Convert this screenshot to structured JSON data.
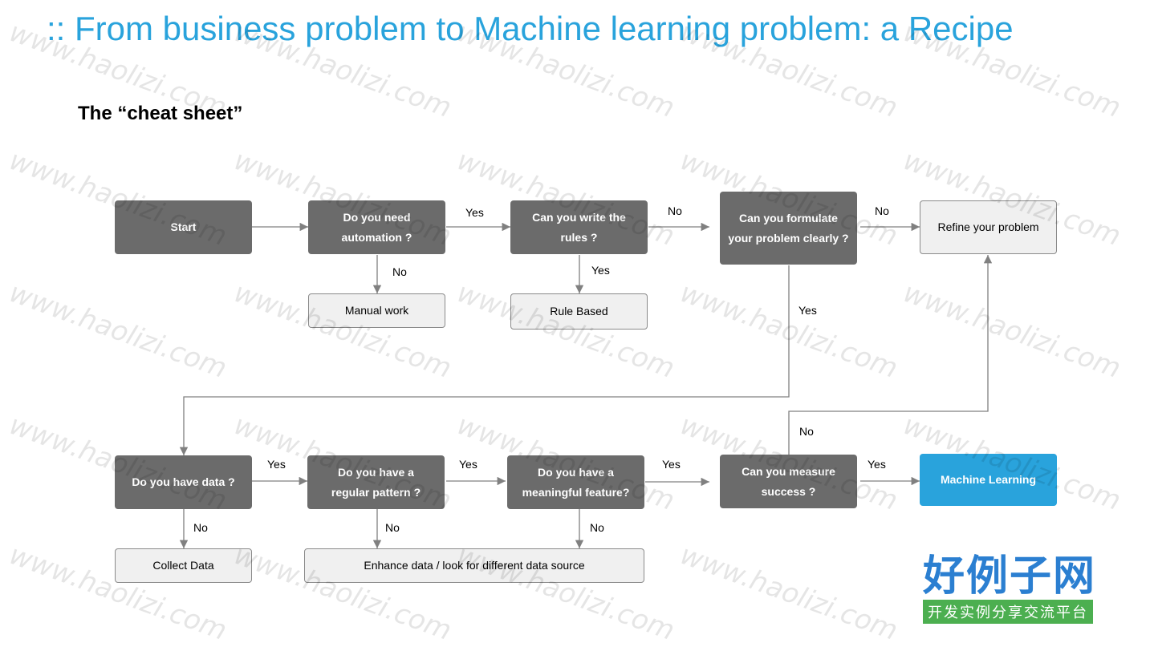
{
  "title": ":: From business problem to Machine learning problem: a Recipe",
  "subtitle": "The “cheat sheet”",
  "nodes": {
    "start": "Start",
    "automation": "Do you need\nautomation ?",
    "rules": "Can you write the\nrules ?",
    "formulate": "Can you formulate\nyour problem clearly ?",
    "refine": "Refine your problem",
    "manual": "Manual work",
    "rule_based": "Rule Based",
    "have_data": "Do you have data  ?",
    "pattern": "Do you have a\nregular pattern ?",
    "feature": "Do you have a\nmeaningful feature?",
    "measure": "Can you measure\nsuccess ?",
    "ml": "Machine Learning",
    "collect": "Collect Data",
    "enhance": "Enhance data / look for different data source"
  },
  "edge_labels": {
    "automation_yes": "Yes",
    "automation_no": "No",
    "rules_no": "No",
    "rules_yes": "Yes",
    "formulate_no": "No",
    "formulate_yes": "Yes",
    "data_yes": "Yes",
    "data_no": "No",
    "pattern_yes": "Yes",
    "pattern_no": "No",
    "feature_yes": "Yes",
    "feature_no": "No",
    "measure_yes": "Yes",
    "measure_no": "No"
  },
  "watermark": "www.haolizi.com",
  "logo": {
    "main": "好例子网",
    "sub": "开发实例分享交流平台"
  },
  "colors": {
    "title": "#29a3dc",
    "decision": "#6b6b6b",
    "outcome": "#f0f0f0",
    "highlight": "#29a3dc",
    "arrow": "#808080"
  }
}
